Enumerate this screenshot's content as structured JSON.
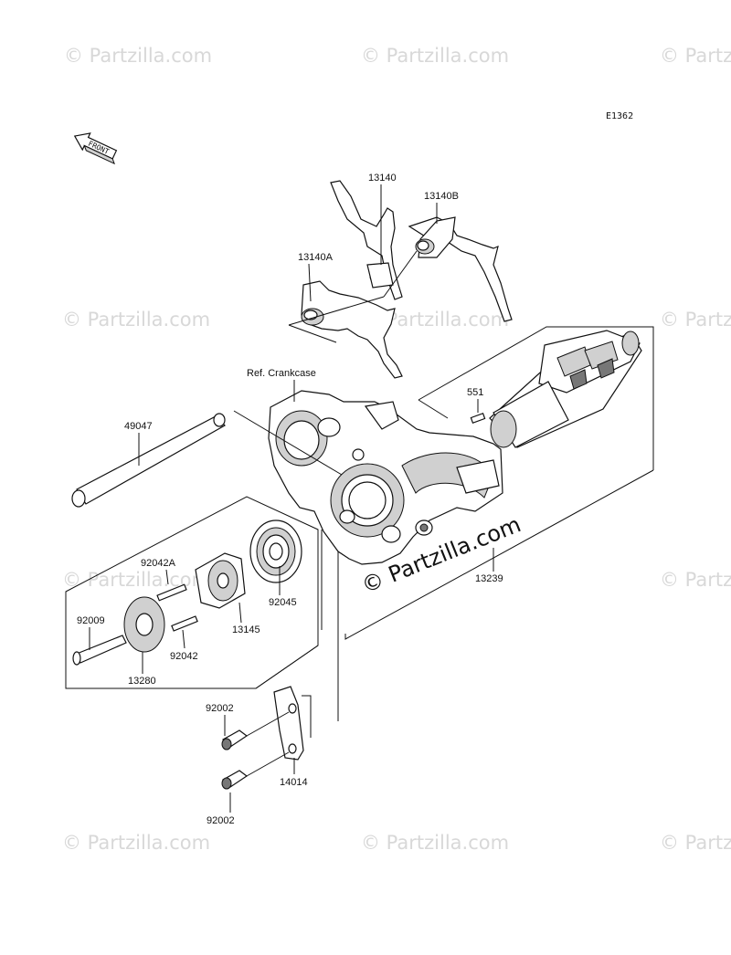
{
  "diagram_code": "E1362",
  "front_label": "FRONT",
  "watermark": "© Partzilla.com",
  "center_watermark": "© Partzilla.com",
  "ref_label": "Ref. Crankcase",
  "parts": {
    "fork_13140": "13140",
    "fork_13140b": "13140B",
    "fork_13140a": "13140A",
    "pin_551": "551",
    "shaft_49047": "49047",
    "pin_92042a": "92042A",
    "bolt_92009": "92009",
    "plate_13280": "13280",
    "drum_13239": "13239",
    "bearing_92045": "92045",
    "cam_13145": "13145",
    "pin_92042": "92042",
    "bolt_92002_top": "92002",
    "bolt_92002_bottom": "92002",
    "stopper_14014": "14014"
  }
}
